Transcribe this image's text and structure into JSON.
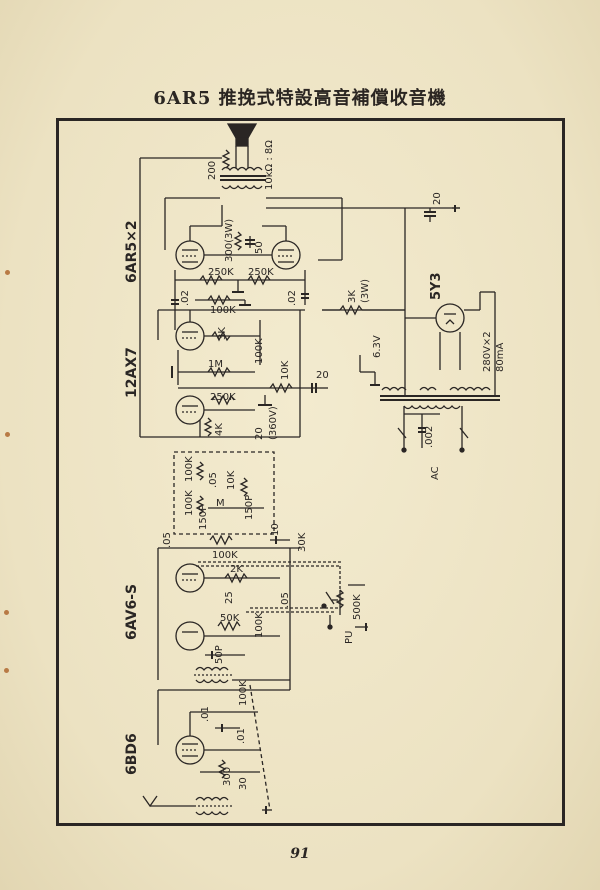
{
  "page": {
    "title": "6AR5 推挽式特設高音補償收音機",
    "page_number": "91"
  },
  "tubes": {
    "output": "6AR5×2",
    "driver": "12AX7",
    "detector": "6AV6-S",
    "converter": "6BD6",
    "rectifier": "5Y3"
  },
  "components": {
    "speaker_transformer": "10kΩ : 8Ω",
    "r_200": "200",
    "r_300_3w": "300(3W)",
    "c_50": "50",
    "r_250k_a": "250K",
    "r_250k_b": "250K",
    "c_02_a": ".02",
    "c_02_b": ".02",
    "r_100k_a": "100K",
    "r_3k_a": "3K",
    "r_100k_b": "100K",
    "r_1m": "1M",
    "r_250k_c": "250K",
    "r_10k_a": "10K",
    "c_20_a": "20",
    "r_4k": "4K",
    "c_20_360v": "20\n(360V)",
    "c_20_b": "20",
    "r_3k_3w": "3K\n(3W)",
    "v_6_3": "6.3V",
    "pt_280v": "280V×2\n80mA",
    "c_002": ".002",
    "ac_label": "AC",
    "r_100k_c": "100K",
    "r_100k_d": "100K",
    "c_05_a": ".05",
    "r_10k_b": "10K",
    "r_1m_b": "M",
    "c_150p_a": "150P",
    "c_150p_b": "150P",
    "c_05_b": ".05",
    "r_100k_e": "100K",
    "r_30k": "30K",
    "c_10": "10",
    "r_2k": "2K",
    "c_25": "25",
    "c_05_c": ".05",
    "r_500k": "500K",
    "pu_label": "PU",
    "r_50k": "50K",
    "r_100k_f": "100K",
    "c_50p": "50P",
    "r_100k_g": "100K",
    "c_01_a": ".01",
    "c_01_b": ".01",
    "r_300": "300",
    "r_30": "30"
  }
}
